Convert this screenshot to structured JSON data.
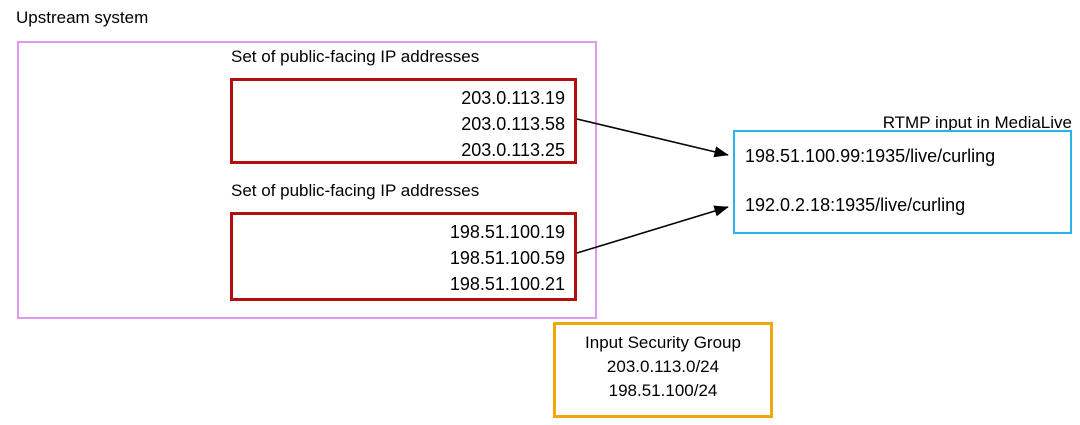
{
  "diagram": {
    "upstream": {
      "label": "Upstream system",
      "border_color": "#DE9BEE",
      "ip_sets": [
        {
          "caption": "Set of public-facing IP addresses",
          "border_color": "#B2100F",
          "addresses": [
            "203.0.113.19",
            "203.0.113.58",
            "203.0.113.25"
          ]
        },
        {
          "caption": "Set of public-facing IP addresses",
          "border_color": "#B2100F",
          "addresses": [
            "198.51.100.19",
            "198.51.100.59",
            "198.51.100.21"
          ]
        }
      ]
    },
    "rtmp_input": {
      "caption": "RTMP input in MediaLive",
      "border_color": "#2BB3E8",
      "endpoints": [
        "198.51.100.99:1935/live/curling",
        "192.0.2.18:1935/live/curling"
      ]
    },
    "input_security_group": {
      "title": "Input Security Group",
      "border_color": "#F2A60D",
      "cidr_blocks": [
        "203.0.113.0/24",
        "198.51.100/24"
      ]
    },
    "connectors": [
      {
        "name": "arrow-ipset1-to-rtmp-endpoint1",
        "color": "#000000"
      },
      {
        "name": "arrow-ipset2-to-rtmp-endpoint2",
        "color": "#000000"
      }
    ]
  }
}
